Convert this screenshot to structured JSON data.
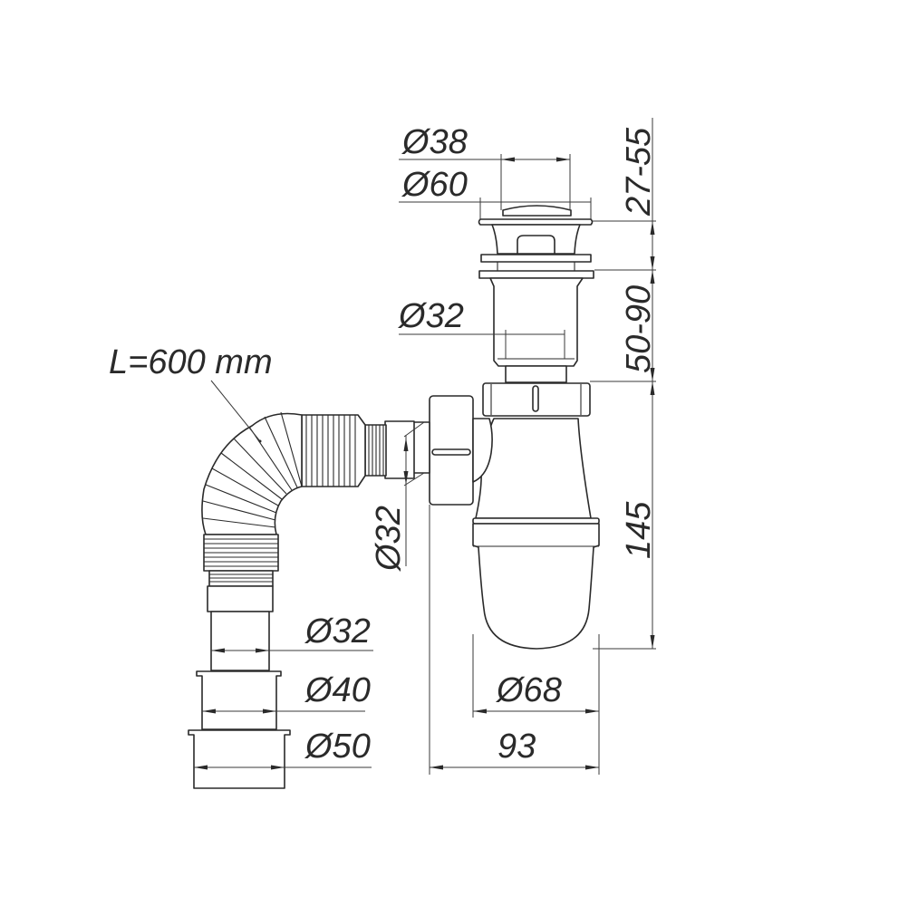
{
  "diagram": {
    "subject": "bottle-trap-siphon-with-flexible-hose",
    "line_color": "#2a2a2a",
    "background": "#ffffff"
  },
  "labels": {
    "grate_diameter": "Ø38",
    "flange_diameter": "Ø60",
    "flange_height_range": "27-55",
    "outlet_diameter": "Ø32",
    "tailpiece_length_range": "50-90",
    "hose_length": "L=600 mm",
    "side_outlet_diameter": "Ø32",
    "bottle_height": "145",
    "hose_end_diameter_1": "Ø32",
    "hose_end_diameter_2": "Ø40",
    "hose_end_diameter_3": "Ø50",
    "bottle_diameter": "Ø68",
    "overall_width": "93"
  }
}
